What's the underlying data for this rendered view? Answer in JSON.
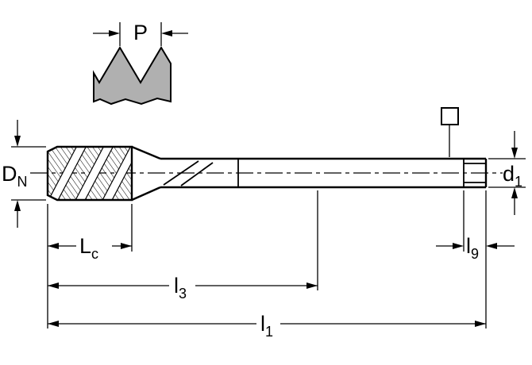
{
  "colors": {
    "background": "#ffffff",
    "line": "#000000",
    "profile_fill": "#b0b0b0"
  },
  "labels": {
    "p": {
      "main": "P",
      "sub": ""
    },
    "dn": {
      "main": "D",
      "sub": "N"
    },
    "d1": {
      "main": "d",
      "sub": "1"
    },
    "lc": {
      "main": "L",
      "sub": "c"
    },
    "l9": {
      "main": "l",
      "sub": "9"
    },
    "l3": {
      "main": "l",
      "sub": "3"
    },
    "l1": {
      "main": "l",
      "sub": "1"
    }
  }
}
